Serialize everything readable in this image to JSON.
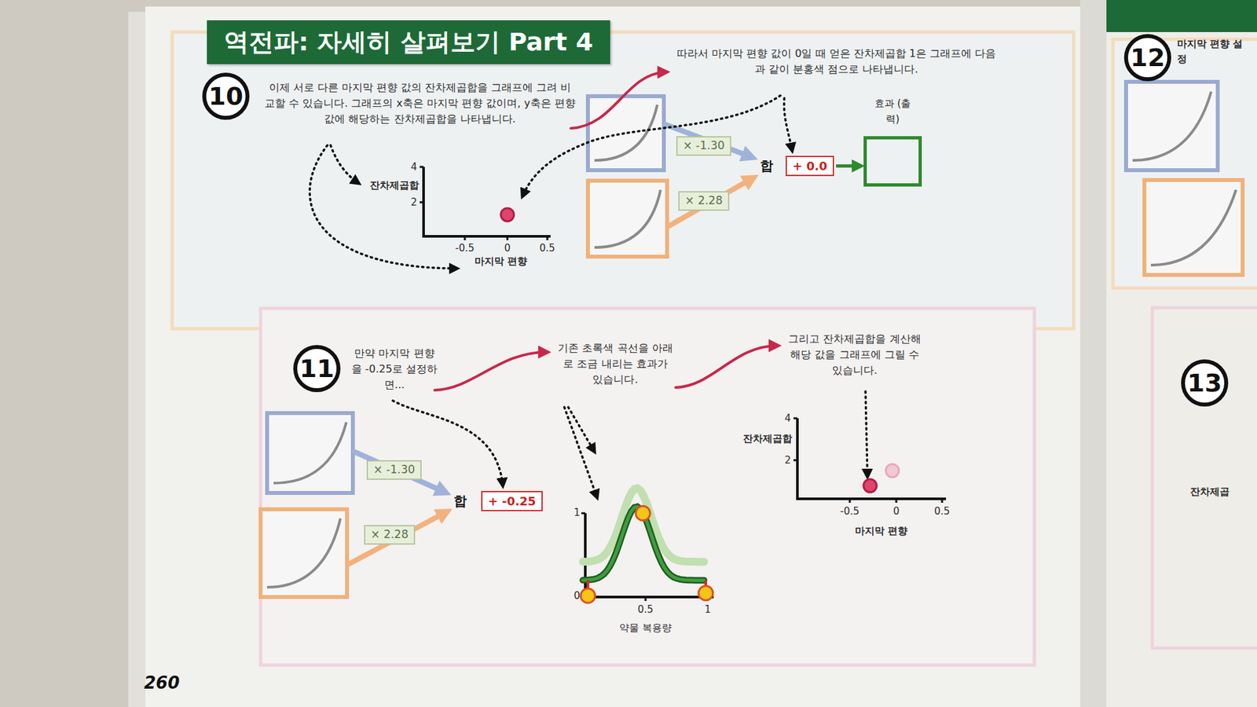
{
  "diagram": {
    "title": "역전파: 자세히 살펴보기 Part 4",
    "nodes": [
      {
        "text": [
          "10"
        ]
      },
      {
        "text": [
          "× -1.30"
        ]
      },
      {
        "text": [
          "× 2.28"
        ]
      },
      {
        "text": [
          "+ 0.0"
        ]
      },
      {
        "text": [
          "효과 (출력)"
        ]
      },
      {
        "text": [
          "11"
        ]
      },
      {
        "text": [
          "× -1.30"
        ]
      },
      {
        "text": [
          "× 2.28"
        ]
      },
      {
        "text": [
          "+ -0.25"
        ]
      },
      {
        "text": [
          "12"
        ]
      },
      {
        "text": [
          "13"
        ]
      }
    ],
    "edges": [
      {
        "from": 3,
        "to": 4,
        "arrow": "to"
      }
    ],
    "labels": [
      "이제 서로 다른 마지막 편향 값의 잔차제곱합을 그래프에 그려 비교할 수 있습니다. 그래프의 x축은 마지막 편향 값이며, y축은 편향 값에 해당하는 잔차제곱합을 나타냅니다.",
      "잔차제곱합",
      "4",
      "2",
      "-0.5",
      "0",
      "0.5",
      "마지막 편향",
      "따라서 마지막 편향 값이 0일 때 얻은 잔차제곱합 1은 그래프에 다음과 같이 분홍색 점으로 나타냅니다.",
      "합",
      "만약 마지막 편향을 -0.25로 설정하면...",
      "합",
      "기존 초록색 곡선을 아래로 조금 내리는 효과가 있습니다.",
      "1",
      "0",
      "0.5",
      "1",
      "약물 복용량",
      "그리고 잔차제곱합을 계산해 해당 값을 그래프에 그릴 수 있습니다.",
      "잔차제곱합",
      "4",
      "2",
      "-0.5",
      "0",
      "0.5",
      "마지막 편향",
      "마지막 편향 설정",
      "잔차제곱",
      "260"
    ]
  }
}
